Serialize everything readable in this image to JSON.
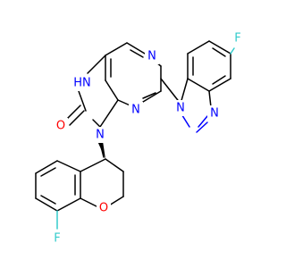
{
  "molecule": {
    "atoms": {
      "F1": {
        "label": "F",
        "color": "#33cccc"
      },
      "F2": {
        "label": "F",
        "color": "#33cccc"
      },
      "O_keto": {
        "label": "O",
        "color": "#ff0000"
      },
      "O_ring": {
        "label": "O",
        "color": "#ff0000"
      },
      "N7H": {
        "label": "HN",
        "color": "#0000ff"
      },
      "N9": {
        "label": "N",
        "color": "#0000ff"
      },
      "N1": {
        "label": "N",
        "color": "#0000ff"
      },
      "N3": {
        "label": "N",
        "color": "#0000ff"
      },
      "N_bzim1": {
        "label": "N",
        "color": "#0000ff"
      },
      "N_bzim3": {
        "label": "N",
        "color": "#0000ff"
      }
    },
    "stereo": {
      "C4_chroman": "wedge"
    }
  }
}
